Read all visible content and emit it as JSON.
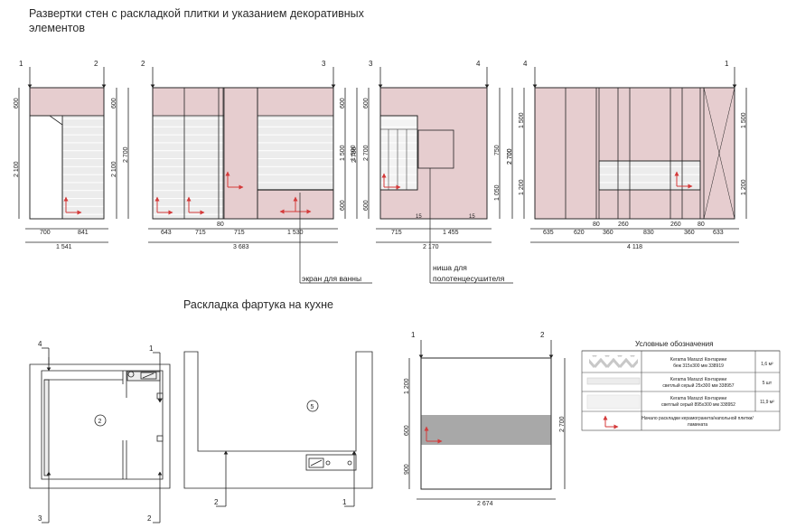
{
  "titles": {
    "walls": "Развертки стен с раскладкой плитки и указанием декоративных элементов",
    "apron": "Раскладка фартука на кухне"
  },
  "labels": {
    "screen": "экран для ванны",
    "niche_line1": "ниша для",
    "niche_line2": "полотенцесушителя"
  },
  "colors": {
    "pink": "#e6cdcf",
    "tile": "#ececec",
    "gray_strip": "#a8a8a8",
    "line": "#222222",
    "red_arrow": "#d43a3a"
  },
  "elev1": {
    "left_mark": "1",
    "right_mark": "2",
    "v_left": [
      "600",
      "2 100"
    ],
    "v_right": [
      "600",
      "2 100",
      "2 700"
    ],
    "bottom": [
      "700",
      "841"
    ],
    "total": "1 541"
  },
  "elev2": {
    "left_mark": "2",
    "right_mark": "3",
    "v_right": [
      "600",
      "1 500",
      "600",
      "2 700"
    ],
    "bottom": [
      "643",
      "715",
      "80",
      "715",
      "1 530"
    ],
    "total": "3 683"
  },
  "elev3": {
    "left_mark": "3",
    "right_mark": "4",
    "v_left": [
      "600",
      "1 500",
      "600",
      "2 700"
    ],
    "v_right": [
      "750",
      "1 050",
      "2 700"
    ],
    "bottom": [
      "715",
      "1 455"
    ],
    "total": "2 170",
    "small_marks": [
      "15",
      "15"
    ]
  },
  "elev4": {
    "left_mark": "4",
    "right_mark": "1",
    "v_left": [
      "1 500",
      "1 200",
      "2 700"
    ],
    "v_right": [
      "1 500",
      "1 200"
    ],
    "top_marks": [
      "80",
      "260",
      "260",
      "80"
    ],
    "bottom": [
      "635",
      "620",
      "360",
      "830",
      "360",
      "633"
    ],
    "total": "4 118"
  },
  "plan": {
    "marks": [
      "4",
      "1",
      "3",
      "2"
    ],
    "room_number": "2"
  },
  "kitchen": {
    "marks": [
      "2",
      "1"
    ],
    "room_number": "5"
  },
  "apron": {
    "marks": [
      "1",
      "2"
    ],
    "v_left": [
      "1 200",
      "600",
      "900"
    ],
    "v_right": "2 700",
    "bottom": "2 674"
  },
  "legend": {
    "title": "Условные обозначения",
    "rows": [
      {
        "name": "Kerama Marazzi Контарини",
        "desc": "беж 315х300 мм 338919",
        "qty": "1,6 м²"
      },
      {
        "name": "Kerama Marazzi Контарини",
        "desc": "светлый серый 25х300 мм 338957",
        "qty": "5 шт"
      },
      {
        "name": "Kerama Marazzi Контарини",
        "desc": "светлый серый 895х300 мм 338952",
        "qty": "11,9 м²"
      },
      {
        "name": "Начало раскладки керамогранита/напольной плитки/",
        "desc": "ламината",
        "qty": ""
      }
    ]
  }
}
